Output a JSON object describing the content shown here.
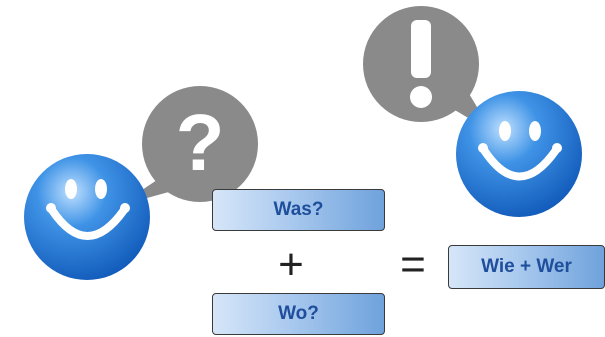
{
  "labels": {
    "what": "Was?",
    "where": "Wo?",
    "result": "Wie + Wer"
  },
  "operators": {
    "plus": "+",
    "equals": "="
  },
  "icons": {
    "left_smiley": "smiley-face-icon",
    "right_smiley": "smiley-face-icon",
    "question_bubble": "question-mark-speech-bubble-icon",
    "exclamation_bubble": "exclamation-mark-speech-bubble-icon"
  },
  "colors": {
    "smiley_blue": "#1f6fd0",
    "bubble_gray": "#8a8a8a",
    "label_text": "#1f4f9c",
    "frame_dark": "#3a3a3a"
  }
}
